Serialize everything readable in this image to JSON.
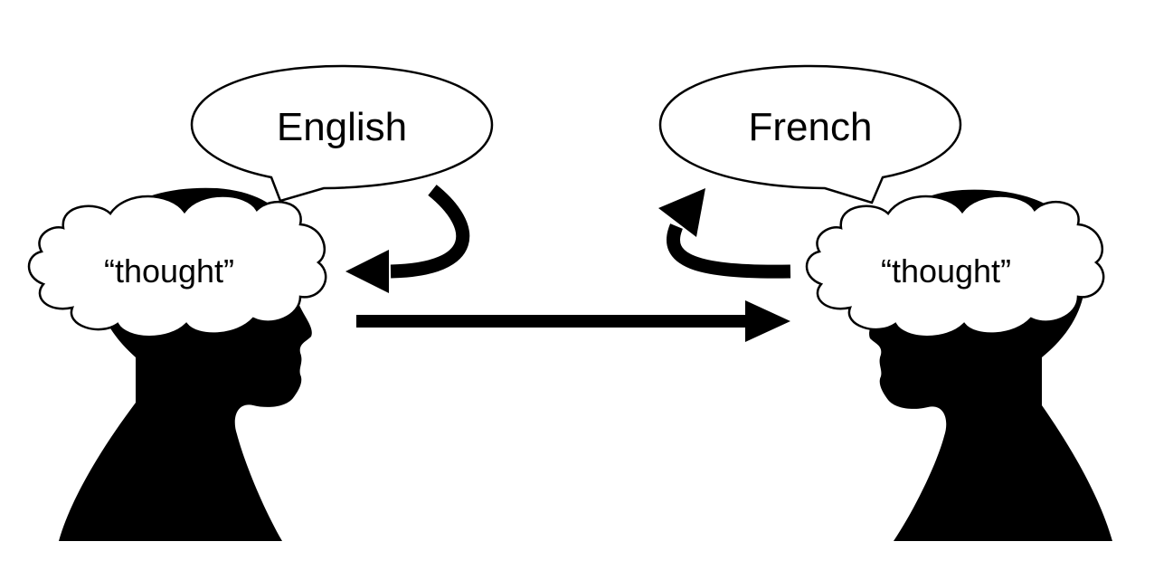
{
  "left_person": {
    "speech_label": "English",
    "thought_label": "“thought”"
  },
  "right_person": {
    "speech_label": "French",
    "thought_label": "“thought”"
  },
  "colors": {
    "silhouette": "#000000",
    "bubble_fill": "#ffffff",
    "stroke": "#000000",
    "background": "#ffffff"
  }
}
